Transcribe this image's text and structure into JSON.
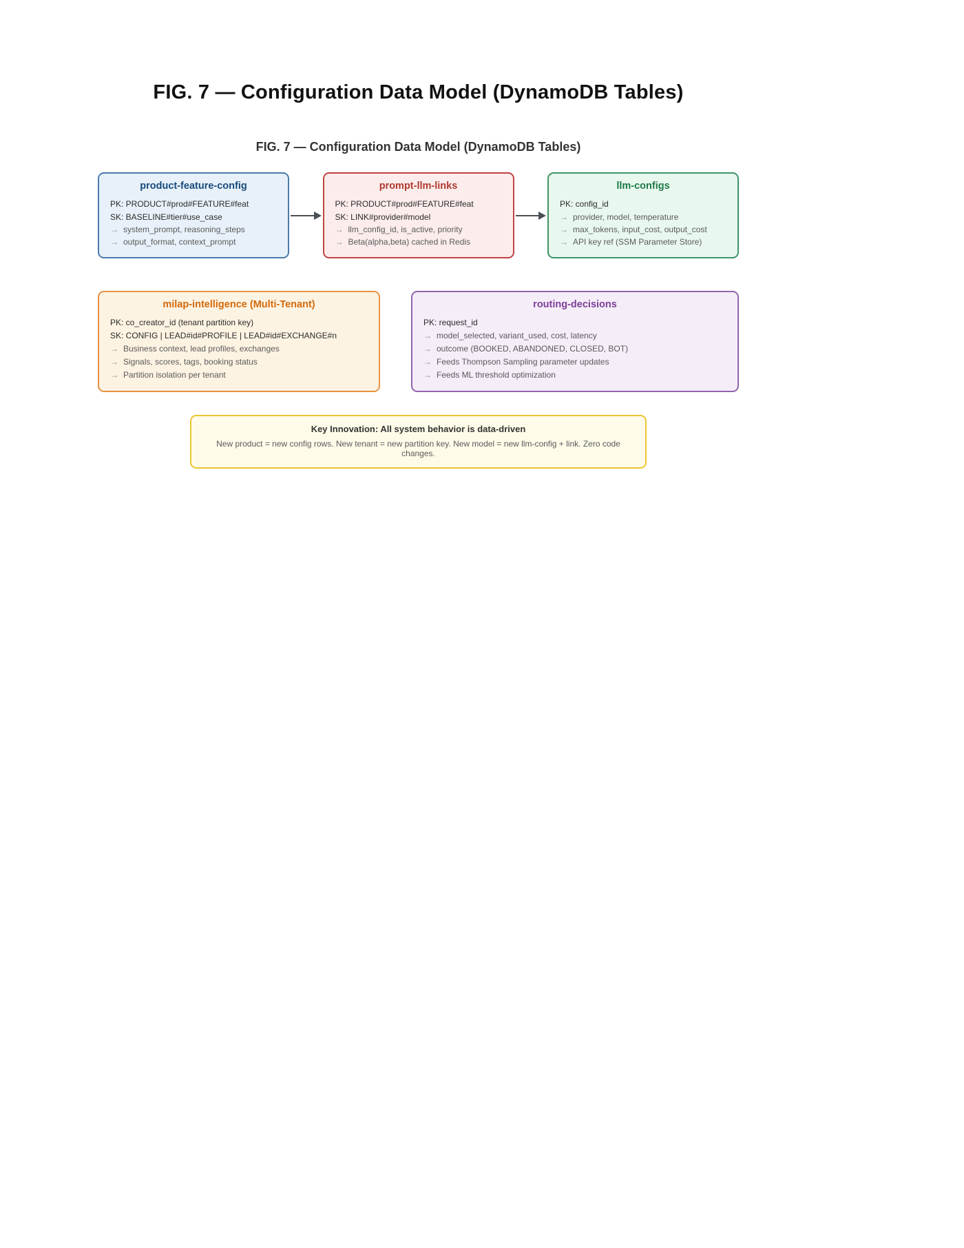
{
  "page": {
    "title": "FIG. 7 — Configuration Data Model (DynamoDB Tables)",
    "subtitle": "FIG. 7 — Configuration Data Model (DynamoDB Tables)"
  },
  "glyphs": {
    "attr_arrow": "→"
  },
  "tables": [
    {
      "title": "product-feature-config",
      "keys": [
        "PK: PRODUCT#prod#FEATURE#feat",
        "SK: BASELINE#tier#use_case"
      ],
      "attrs": [
        "system_prompt, reasoning_steps",
        "output_format, context_prompt"
      ],
      "colors": {
        "border": "#4a7aab",
        "bg": "#e8f1f9",
        "title": "#174a7c"
      }
    },
    {
      "title": "prompt-llm-links",
      "keys": [
        "PK: PRODUCT#prod#FEATURE#feat",
        "SK: LINK#provider#model"
      ],
      "attrs": [
        "llm_config_id, is_active, priority",
        "Beta(alpha,beta) cached in Redis"
      ],
      "colors": {
        "border": "#bf4341",
        "bg": "#fcecec",
        "title": "#b03a2e"
      }
    },
    {
      "title": "llm-configs",
      "keys": [
        "PK: config_id"
      ],
      "attrs": [
        "provider, model, temperature",
        "max_tokens, input_cost, output_cost",
        "API key ref (SSM Parameter Store)"
      ],
      "colors": {
        "border": "#3d9465",
        "bg": "#e9f8ef",
        "title": "#1d7a46"
      }
    },
    {
      "title": "milap-intelligence (Multi-Tenant)",
      "keys": [
        "PK: co_creator_id (tenant partition key)",
        "SK: CONFIG | LEAD#id#PROFILE | LEAD#id#EXCHANGE#n"
      ],
      "attrs": [
        "Business context, lead profiles, exchanges",
        "Signals, scores, tags, booking status",
        "Partition isolation per tenant"
      ],
      "colors": {
        "border": "#e89242",
        "bg": "#fdf3e2",
        "title": "#d3690b"
      }
    },
    {
      "title": "routing-decisions",
      "keys": [
        "PK: request_id"
      ],
      "attrs": [
        "model_selected, variant_used, cost, latency",
        "outcome (BOOKED, ABANDONED, CLOSED, BOT)",
        "Feeds Thompson Sampling parameter updates",
        "Feeds ML threshold optimization"
      ],
      "colors": {
        "border": "#9463ad",
        "bg": "#f5edf8",
        "title": "#7d3f98"
      }
    }
  ],
  "note": {
    "title": "Key Innovation: All system behavior is data-driven",
    "body": "New product = new config rows. New tenant = new partition key. New model = new llm-config + link. Zero code changes."
  }
}
